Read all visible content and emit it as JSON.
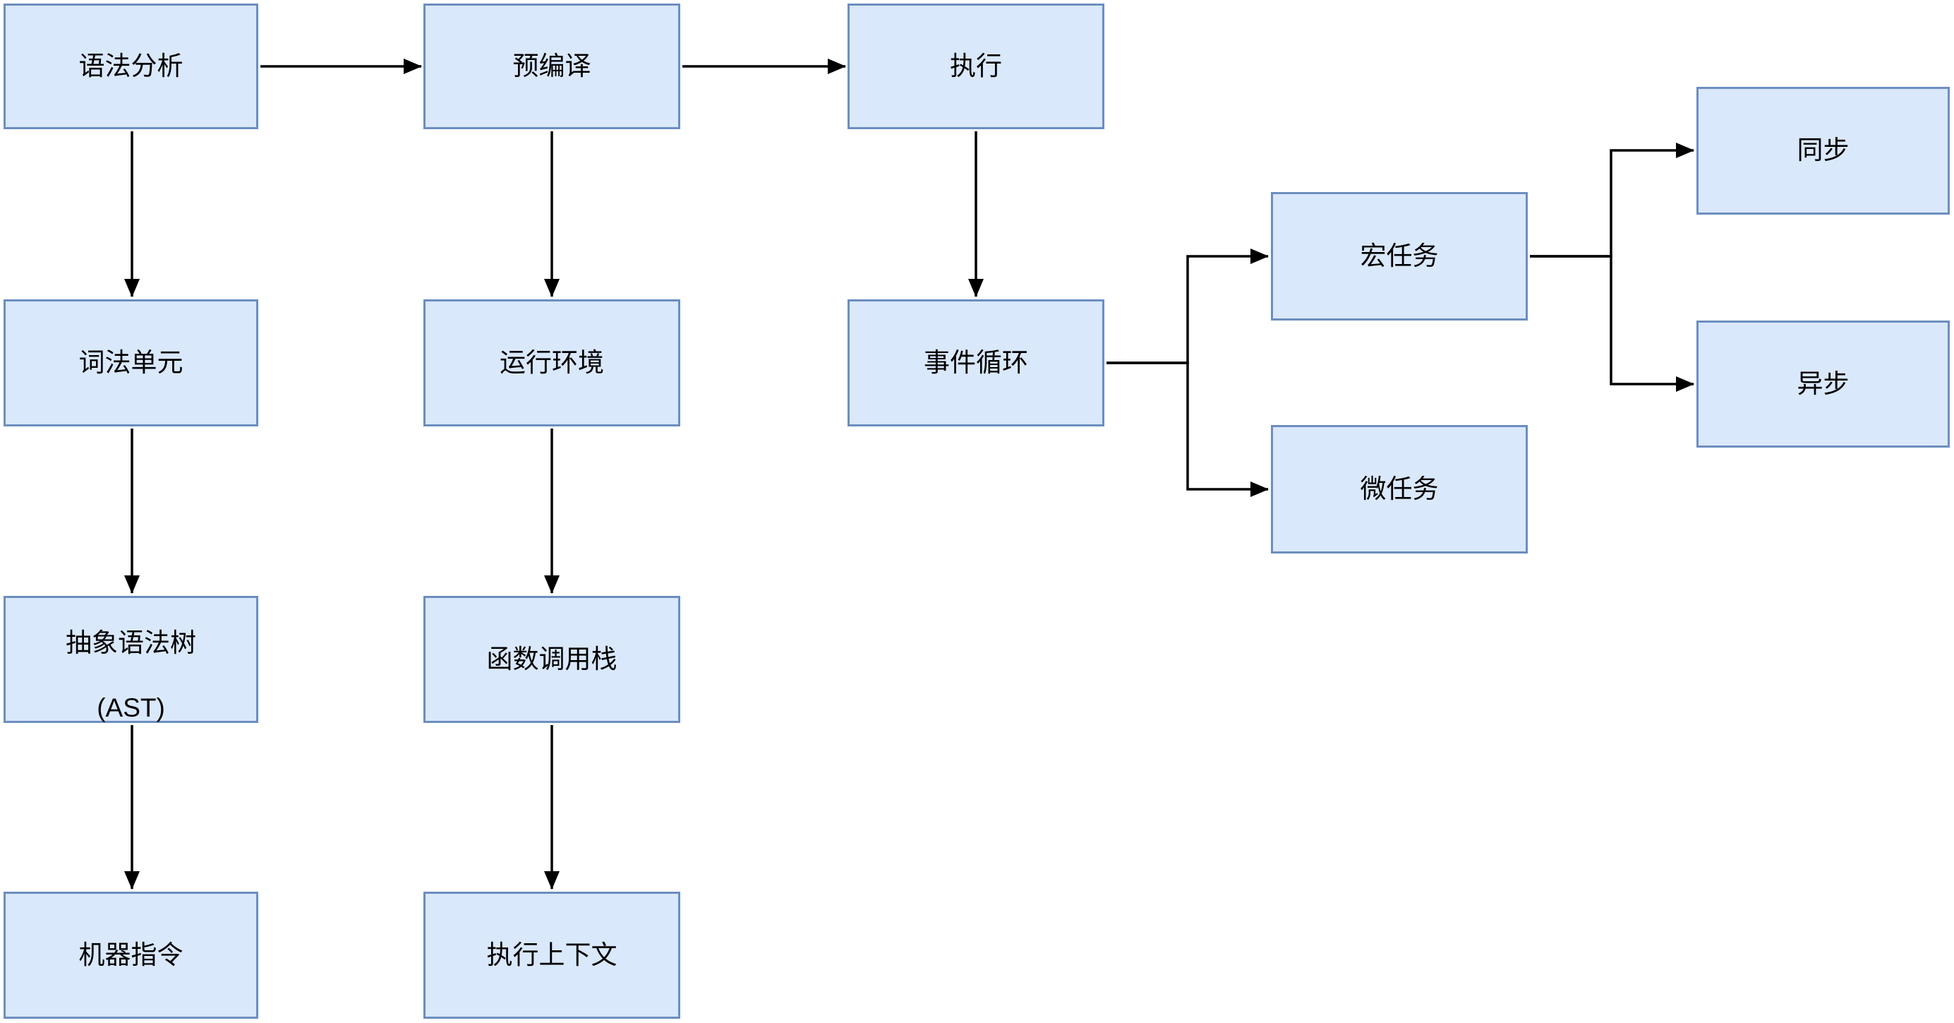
{
  "diagram": {
    "colors": {
      "canvas_bg": "#ffffff",
      "node_fill": "#dae8fc",
      "node_border": "#6c8ebf",
      "edge_color": "#000000",
      "text_color": "#000000"
    },
    "nodes": {
      "syntax_analysis": {
        "label": "语法分析"
      },
      "precompile": {
        "label": "预编译"
      },
      "execute": {
        "label": "执行"
      },
      "lexical_unit": {
        "label": "词法单元"
      },
      "runtime_env": {
        "label": "运行环境"
      },
      "event_loop": {
        "label": "事件循环"
      },
      "macro_task": {
        "label": "宏任务"
      },
      "micro_task": {
        "label": "微任务"
      },
      "sync": {
        "label": "同步"
      },
      "async": {
        "label": "异步"
      },
      "ast": {
        "label_line1": "抽象语法树",
        "label_line2": "(AST)"
      },
      "call_stack": {
        "label": "函数调用栈"
      },
      "machine_code": {
        "label": "机器指令"
      },
      "execution_context": {
        "label": "执行上下文"
      }
    },
    "edges": [
      {
        "from": "语法分析",
        "to": "预编译"
      },
      {
        "from": "预编译",
        "to": "执行"
      },
      {
        "from": "语法分析",
        "to": "词法单元"
      },
      {
        "from": "词法单元",
        "to": "抽象语法树(AST)"
      },
      {
        "from": "抽象语法树(AST)",
        "to": "机器指令"
      },
      {
        "from": "预编译",
        "to": "运行环境"
      },
      {
        "from": "运行环境",
        "to": "函数调用栈"
      },
      {
        "from": "函数调用栈",
        "to": "执行上下文"
      },
      {
        "from": "执行",
        "to": "事件循环"
      },
      {
        "from": "事件循环",
        "to": "宏任务"
      },
      {
        "from": "事件循环",
        "to": "微任务"
      },
      {
        "from": "宏任务",
        "to": "同步"
      },
      {
        "from": "宏任务",
        "to": "异步"
      }
    ]
  }
}
